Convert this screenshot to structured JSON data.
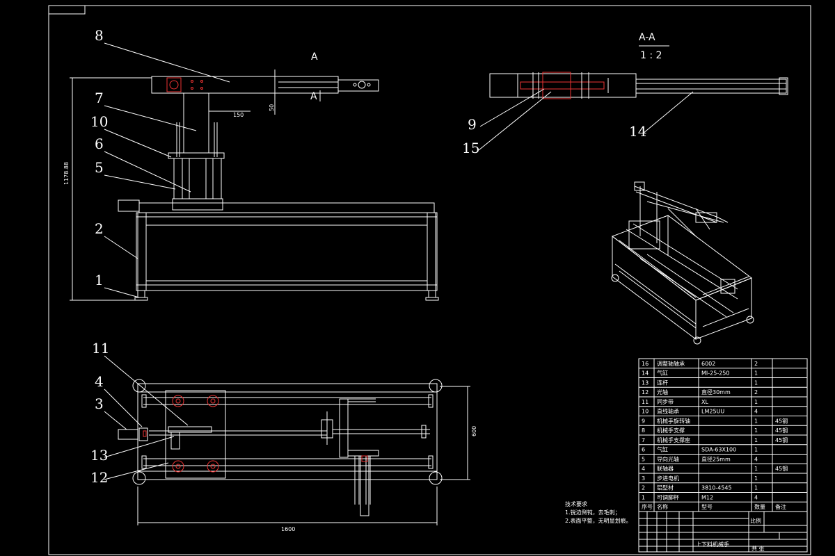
{
  "views": {
    "section_label": "A",
    "section_marker": "A",
    "section_title": "A-A",
    "section_scale": "1 : 2",
    "dim_height": "1178.88",
    "dim_small_h": "150",
    "dim_small_v": "50",
    "dim_length": "1600",
    "dim_width": "600"
  },
  "callouts": {
    "c1": "1",
    "c2": "2",
    "c3": "3",
    "c4": "4",
    "c5": "5",
    "c6": "6",
    "c7": "7",
    "c8": "8",
    "c9": "9",
    "c10": "10",
    "c11": "11",
    "c12": "12",
    "c13": "13",
    "c14": "14",
    "c15": "15"
  },
  "bom": {
    "rows": [
      {
        "no": "16",
        "name": "调整轴轴承",
        "spec": "6002",
        "qty": "2",
        "note": ""
      },
      {
        "no": "14",
        "name": "气缸",
        "spec": "MI-25-250",
        "qty": "1",
        "note": ""
      },
      {
        "no": "13",
        "name": "连杆",
        "spec": "",
        "qty": "1",
        "note": ""
      },
      {
        "no": "12",
        "name": "光轴",
        "spec": "直径30mm",
        "qty": "2",
        "note": ""
      },
      {
        "no": "11",
        "name": "同步带",
        "spec": "XL",
        "qty": "1",
        "note": ""
      },
      {
        "no": "10",
        "name": "直线轴承",
        "spec": "LM25UU",
        "qty": "4",
        "note": ""
      },
      {
        "no": "9",
        "name": "机械手旋转轴",
        "spec": "",
        "qty": "1",
        "note": "45钢"
      },
      {
        "no": "8",
        "name": "机械手支撑",
        "spec": "",
        "qty": "1",
        "note": "45钢"
      },
      {
        "no": "7",
        "name": "机械手支撑座",
        "spec": "",
        "qty": "1",
        "note": "45钢"
      },
      {
        "no": "6",
        "name": "气缸",
        "spec": "SDA-63X100",
        "qty": "1",
        "note": ""
      },
      {
        "no": "5",
        "name": "导向光轴",
        "spec": "直径25mm",
        "qty": "4",
        "note": ""
      },
      {
        "no": "4",
        "name": "联轴器",
        "spec": "",
        "qty": "1",
        "note": "45钢"
      },
      {
        "no": "3",
        "name": "步进电机",
        "spec": "",
        "qty": "1",
        "note": ""
      },
      {
        "no": "2",
        "name": "铝型材",
        "spec": "3810-4545",
        "qty": "1",
        "note": ""
      },
      {
        "no": "1",
        "name": "可调脚杯",
        "spec": "M12",
        "qty": "4",
        "note": ""
      }
    ],
    "header": {
      "no": "序号",
      "name": "名称",
      "spec": "型号",
      "qty": "数量",
      "note": "备注"
    }
  },
  "notes": {
    "title": "技术要求",
    "line1": "1.锐边倒钝，去毛刺；",
    "line2": "2.表面平整，无明显划痕。"
  },
  "title_block": {
    "drawing_name": "上下料机械手",
    "scale_label": "比例",
    "sheet_label": "共  张"
  }
}
